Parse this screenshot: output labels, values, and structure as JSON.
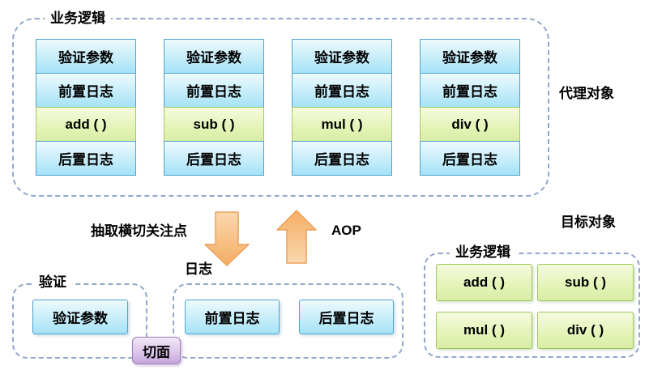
{
  "colors": {
    "dashed_border": "#90a8cc",
    "blue_box_border": "#4da3d2",
    "blue_box_top": "#eefbfe",
    "blue_box_bottom": "#a5e3f6",
    "green_box_border": "#9cc75c",
    "green_box_top": "#f5fbde",
    "green_box_bottom": "#d9eda4",
    "purple_box_border": "#9d7dba",
    "purple_box_bottom": "#c7a7dc",
    "arrow_orange_light": "#fbd8ae",
    "arrow_orange_dark": "#f4ad63",
    "text": "#000000"
  },
  "proxy": {
    "group_label": "业务逻辑",
    "side_label": "代理对象",
    "columns": [
      {
        "cells": [
          "验证参数",
          "前置日志",
          "add ( )",
          "后置日志"
        ]
      },
      {
        "cells": [
          "验证参数",
          "前置日志",
          "sub ( )",
          "后置日志"
        ]
      },
      {
        "cells": [
          "验证参数",
          "前置日志",
          "mul ( )",
          "后置日志"
        ]
      },
      {
        "cells": [
          "验证参数",
          "前置日志",
          "div ( )",
          "后置日志"
        ]
      }
    ]
  },
  "middle": {
    "extract_label": "抽取横切关注点",
    "aop_label": "AOP"
  },
  "validation": {
    "group_label": "验证",
    "param_box": "验证参数"
  },
  "logging": {
    "group_label": "日志",
    "pre_box": "前置日志",
    "post_box": "后置日志"
  },
  "aspect": {
    "label": "切面"
  },
  "target": {
    "side_label": "目标对象",
    "group_label": "业务逻辑",
    "boxes": [
      "add ( )",
      "sub ( )",
      "mul ( )",
      "div ( )"
    ]
  }
}
